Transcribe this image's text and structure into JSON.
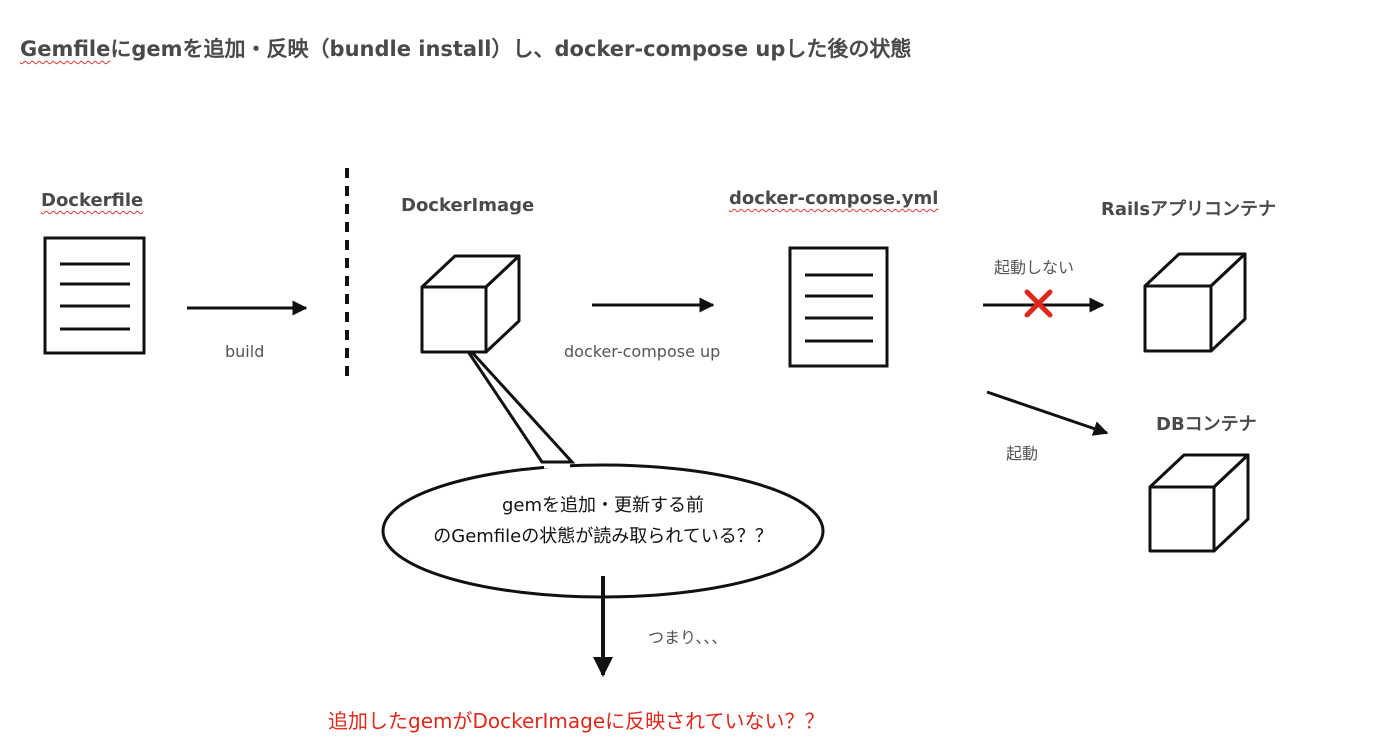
{
  "title": {
    "underlined": "Gemfile",
    "rest": "にgemを追加・反映（bundle install）し、docker-compose upした後の状態"
  },
  "nodes": {
    "dockerfile": "Dockerfile",
    "docker_image": "DockerImage",
    "compose_file": "docker-compose.yml",
    "rails_container": "Railsアプリコンテナ",
    "db_container": "DBコンテナ"
  },
  "edges": {
    "build": "build",
    "compose_up": "docker-compose up",
    "not_started": "起動しない",
    "started": "起動",
    "therefore": "つまり、、、"
  },
  "callout": {
    "line1": "gemを追加・更新する前",
    "line2": "のGemfileの状態が読み取られている？？"
  },
  "conclusion": "追加したgemがDockerImageに反映されていない？？",
  "colors": {
    "cross": "#e0271b",
    "conclusion": "#e0271b"
  }
}
